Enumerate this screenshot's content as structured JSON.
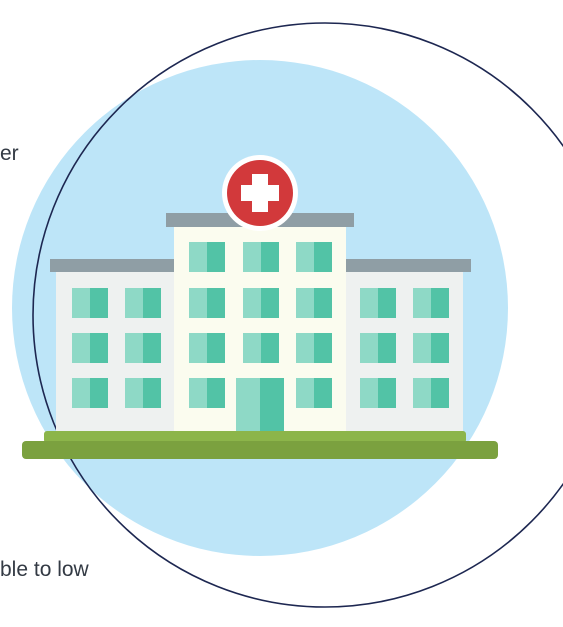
{
  "text_fragments": {
    "top": "er",
    "bottom": "ble to low"
  },
  "illustration": {
    "subject": "hospital-building",
    "icons": [
      "red-cross-icon"
    ]
  },
  "colors": {
    "sky_circle": "#bde5f8",
    "ring_outline": "#1d2751",
    "building_wall": "#eef1f0",
    "center_wall": "#fbfcef",
    "roof": "#8f9ea5",
    "window_light": "#8ed9c6",
    "window_dark": "#52c3a6",
    "grass": "#7ba13f",
    "cross_red": "#d2393b"
  }
}
